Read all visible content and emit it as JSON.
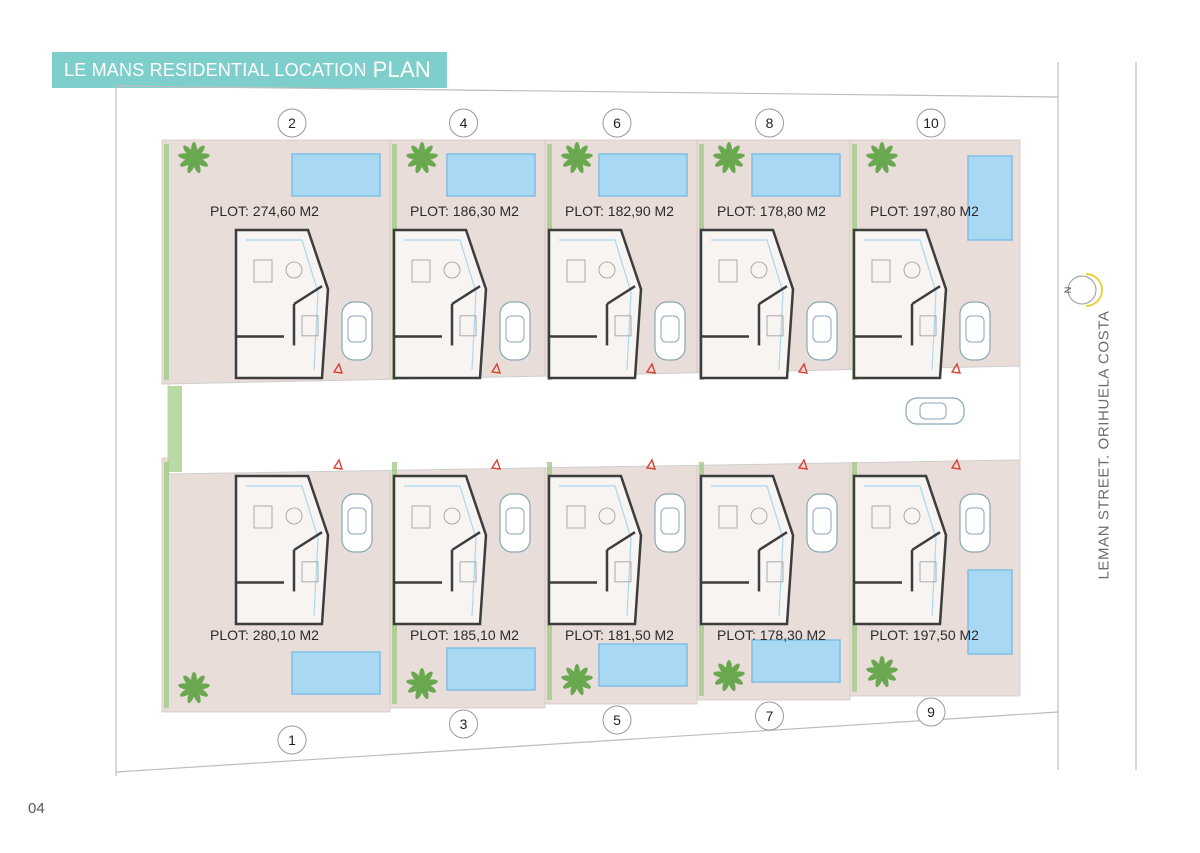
{
  "header": {
    "title_main": "LE MANS RESIDENTIAL LOCATION",
    "title_emphasis": "PLAN"
  },
  "page_number": "04",
  "street_label": "LEMAN STREET. ORIHUELA COSTA",
  "compass_label": "N",
  "colors": {
    "banner": "#7ecfcc",
    "plot_fill": "#e9ddd9",
    "pool": "#a9d8f3",
    "pool_edge": "#7fbde6",
    "hedge": "#9cc882",
    "wall": "#3d3d3d",
    "road_line": "#bdbdbd",
    "compass_arc": "#e8d23a"
  },
  "plots": [
    {
      "number": "1",
      "plot": "PLOT: 280,10 M2"
    },
    {
      "number": "2",
      "plot": "PLOT: 274,60 M2"
    },
    {
      "number": "3",
      "plot": "PLOT: 185,10 M2"
    },
    {
      "number": "4",
      "plot": "PLOT: 186,30 M2"
    },
    {
      "number": "5",
      "plot": "PLOT: 181,50 M2"
    },
    {
      "number": "6",
      "plot": "PLOT: 182,90 M2"
    },
    {
      "number": "7",
      "plot": "PLOT: 178,30 M2"
    },
    {
      "number": "8",
      "plot": "PLOT: 178,80 M2"
    },
    {
      "number": "9",
      "plot": "PLOT: 197,50 M2"
    },
    {
      "number": "10",
      "plot": "PLOT: 197,80 M2"
    }
  ]
}
